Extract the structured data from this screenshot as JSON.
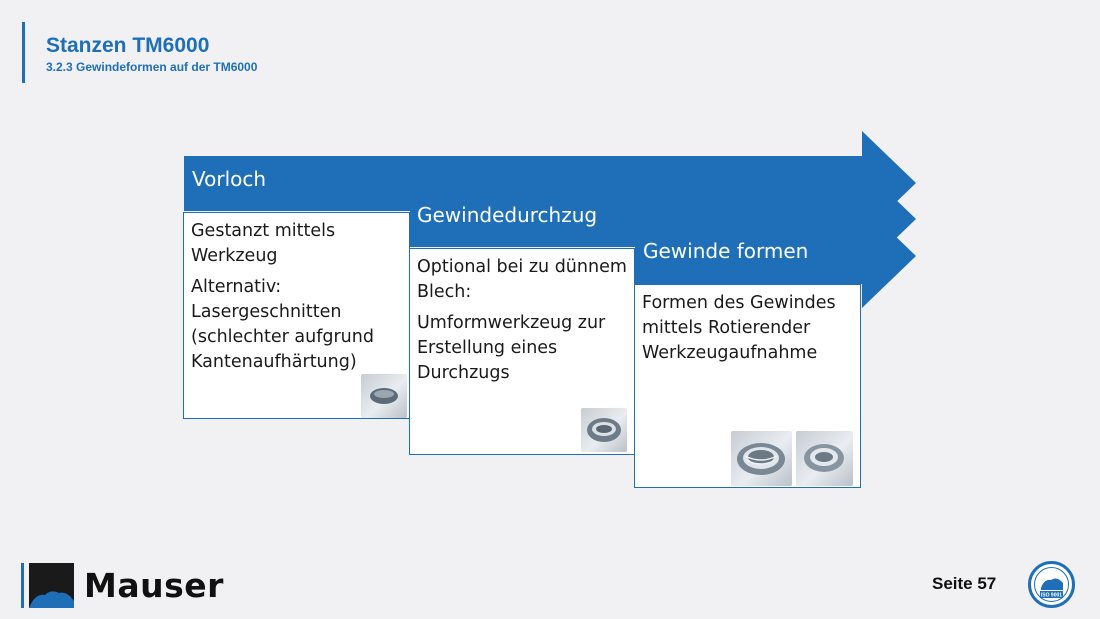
{
  "header": {
    "title": "Stanzen TM6000",
    "subtitle": "3.2.3 Gewindeformen auf der TM6000"
  },
  "colors": {
    "accent": "#1e6fb7",
    "background": "#f1f1f3"
  },
  "steps": [
    {
      "title": "Vorloch",
      "paragraphs": [
        "Gestanzt mittels Werkzeug",
        "Alternativ: Lasergeschnitten (schlechter aufgrund Kantenaufhärtung)"
      ]
    },
    {
      "title": "Gewindedurchzug",
      "paragraphs": [
        "Optional bei zu dünnem Blech:",
        "Umformwerkzeug zur Erstellung eines Durchzugs"
      ]
    },
    {
      "title": "Gewinde formen",
      "paragraphs": [
        "Formen des Gewindes mittels Rotierender Werkzeugaufnahme"
      ]
    }
  ],
  "footer": {
    "brand": "Mauser",
    "page_label": "Seite 57",
    "badge_text": "ISO 9001"
  }
}
